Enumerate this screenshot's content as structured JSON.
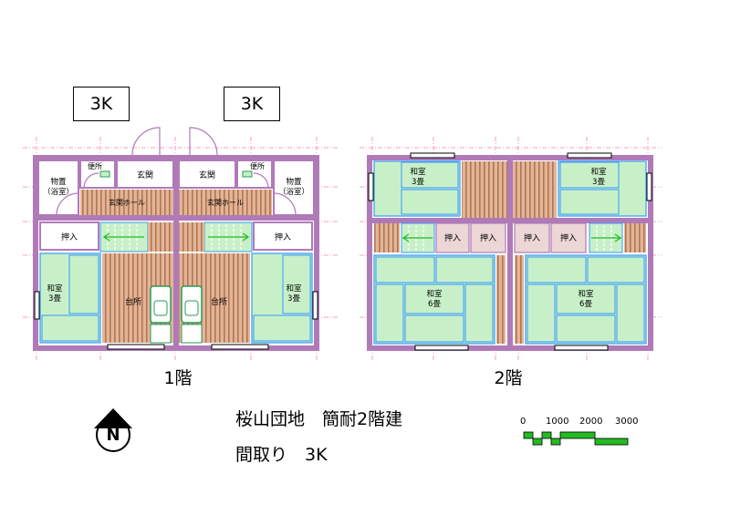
{
  "badges": [
    "3K",
    "3K"
  ],
  "floor1": {
    "label": "1階",
    "rooms": {
      "storage_left": "物置\n（浴室）",
      "storage_right": "物置\n（浴室）",
      "toilet_left": "便所",
      "toilet_right": "便所",
      "entrance_left": "玄関",
      "entrance_right": "玄関",
      "hall_left": "玄関ホール",
      "hall_right": "玄関ホール",
      "closet_left": "押入",
      "closet_right": "押入",
      "washitsu_left": "和室\n3畳",
      "washitsu_right": "和室\n3畳",
      "kitchen_left": "台所",
      "kitchen_right": "台所"
    }
  },
  "floor2": {
    "label": "2階",
    "rooms": {
      "w3_left": "和室\n3畳",
      "w3_right": "和室\n3畳",
      "closet_a": "押入",
      "closet_b": "押入",
      "closet_c": "押入",
      "closet_d": "押入",
      "w6_left": "和室\n6畳",
      "w6_right": "和室\n6畳"
    }
  },
  "title": {
    "line1": "桜山団地　簡耐2階建",
    "line2": "間取り　3K"
  },
  "compass": {
    "letter": "N",
    "icon": "north-arrow-icon"
  },
  "scale": {
    "ticks": [
      "0",
      "1000",
      "2000",
      "3000"
    ]
  },
  "colors": {
    "wall": "#b07ab8",
    "tatami": "#c8f0c8",
    "wood": "#d9a080",
    "closet": "#ecd6d6",
    "line_blue": "#3399ff",
    "grid_pink": "#f2a0c8",
    "scale_green": "#22bb22"
  }
}
